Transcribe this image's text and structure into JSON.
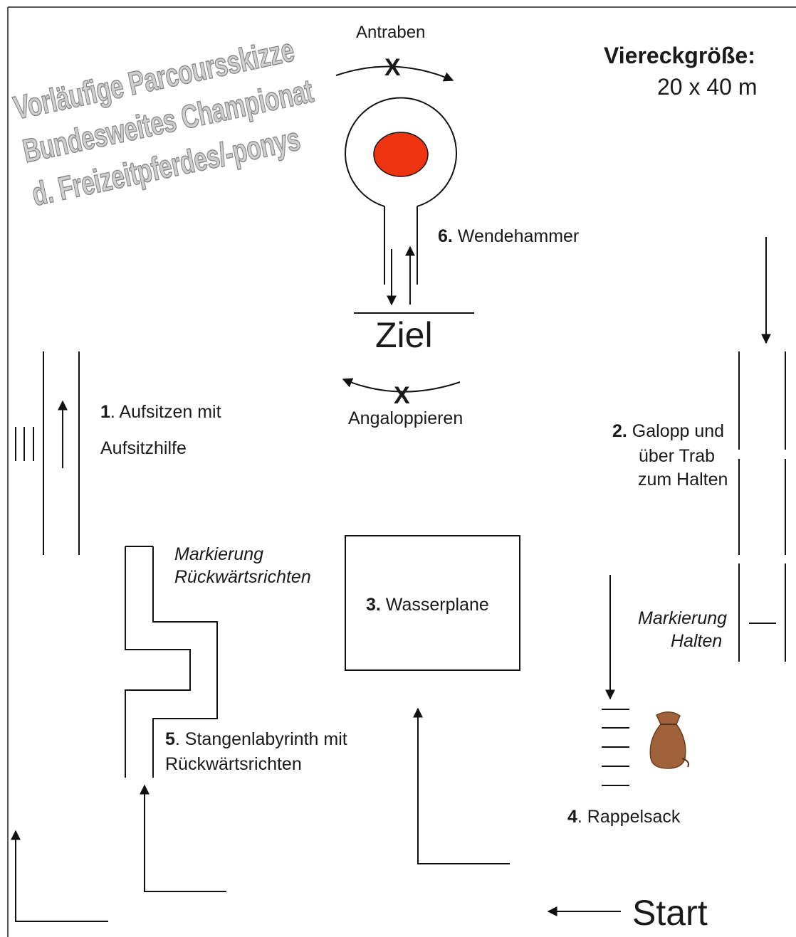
{
  "title_lines": [
    "Vorläufige Parcoursskizze",
    "Bundesweites Championat",
    "d. Freizeitpferdes/-ponys"
  ],
  "arena_size": {
    "label": "Viereckgröße:",
    "value": "20 x 40 m"
  },
  "labels": {
    "antraben": "Antraben",
    "angaloppieren": "Angaloppieren",
    "ziel": "Ziel",
    "start": "Start",
    "x_mark": "X"
  },
  "stations": {
    "s1": {
      "num": "1",
      "text": ". Aufsitzen mit",
      "text2": "Aufsitzhilfe"
    },
    "s2": {
      "num": "2.",
      "text": " Galopp und",
      "text2": "über Trab",
      "text3": "zum Halten"
    },
    "s3": {
      "num": "3.",
      "text": " Wasserplane"
    },
    "s4": {
      "num": "4",
      "text": ". Rappelsack"
    },
    "s5": {
      "num": "5",
      "text": ". Stangenlabyrinth mit",
      "text2": "Rückwärtsrichten"
    },
    "s6": {
      "num": "6.",
      "text": " Wendehammer"
    }
  },
  "markers": {
    "reverse_line1": "Markierung",
    "reverse_line2": "Rückwärtsrichten",
    "halt_line1": "Markierung",
    "halt_line2": "Halten"
  },
  "colors": {
    "target_fill": "#ee3311",
    "sack_fill": "#a0623a"
  },
  "icons": [
    "sack-icon"
  ]
}
